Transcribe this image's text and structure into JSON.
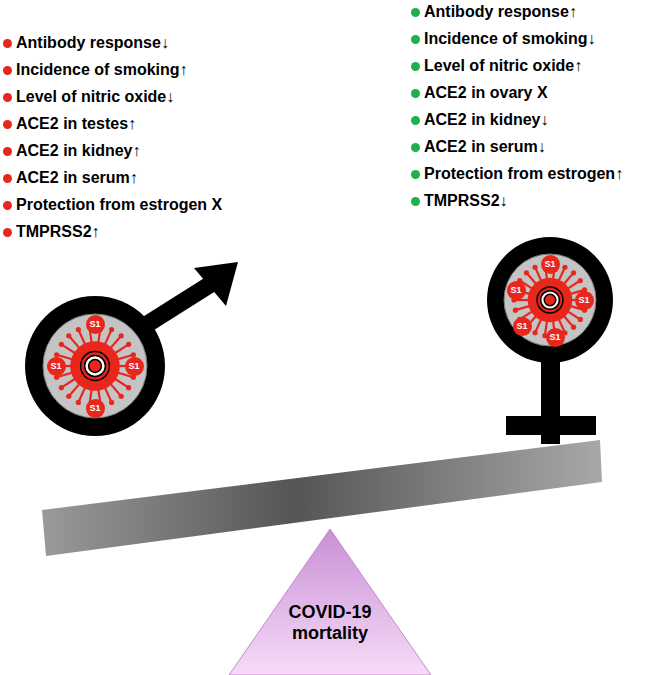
{
  "diagram": {
    "nodes": [
      {
        "text": [
          "COVID-19 mortality"
        ]
      }
    ],
    "labels": [
      "Antibody response↓",
      "Incidence of smoking↑",
      "Level of nitric oxide↓",
      "ACE2 in testes↑",
      "ACE2 in kidney↑",
      "ACE2 in serum↑",
      "Protection from estrogen X",
      "TMPRSS2↑",
      "Antibody response↑",
      "Incidence of smoking↓",
      "Level of nitric oxide↑",
      "ACE2 in ovary X",
      "ACE2 in kidney↓",
      "ACE2 in serum↓",
      "Protection from estrogen↑",
      "TMPRSS2↓",
      "S1",
      "S1",
      "S1",
      "S1",
      "S1",
      "S1",
      "S1",
      "S1",
      "S1"
    ]
  }
}
